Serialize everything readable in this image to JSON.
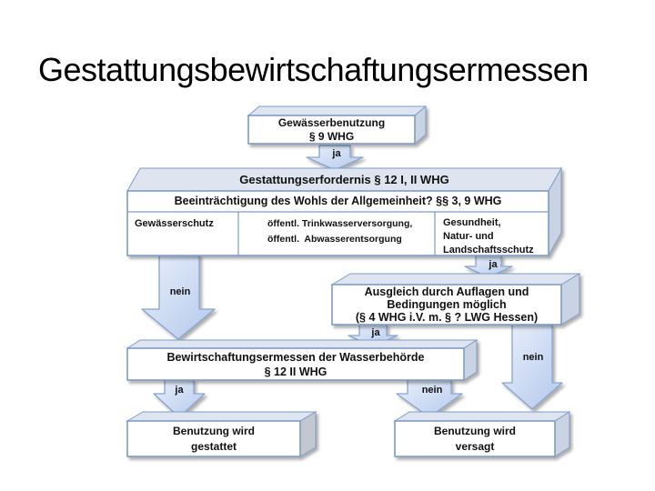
{
  "title": "Gestattungsbewirtschaftungsermessen",
  "flowchart": {
    "nodes": {
      "gewaesserbenutzung": {
        "lines": [
          "Gewässerbenutzung",
          "§ 9 WHG"
        ]
      },
      "gestattungserfordernis": {
        "header": "Gestattungserfordernis § 12 I, II WHG",
        "question": "Beeinträchtigung des Wohls der Allgemeinheit? §§ 3, 9 WHG",
        "columns": [
          {
            "lines": [
              "Gewässerschutz"
            ]
          },
          {
            "lines": [
              "öffentl. Trinkwasserversorgung,",
              "öffentl.  Abwasserentsorgung"
            ]
          },
          {
            "lines": [
              "Gesundheit,",
              "Natur- und",
              "Landschaftsschutz"
            ]
          }
        ]
      },
      "ausgleich": {
        "lines": [
          "Ausgleich durch Auflagen und",
          "Bedingungen möglich",
          "(§ 4 WHG i.V. m. § ? LWG Hessen)"
        ]
      },
      "bewirtschaftungsermessen": {
        "lines": [
          "Bewirtschaftungsermessen der Wasserbehörde",
          "§ 12 II WHG"
        ]
      },
      "benutzung_gestattet": {
        "lines": [
          "Benutzung wird",
          "gestattet"
        ]
      },
      "benutzung_versagt": {
        "lines": [
          "Benutzung wird",
          "versagt"
        ]
      }
    },
    "edges": {
      "ja_top": "ja",
      "ja_right": "ja",
      "nein_left": "nein",
      "ja_mid": "ja",
      "nein_right_long": "nein",
      "ja_bottom": "ja",
      "nein_bottom": "nein"
    },
    "colors": {
      "title": "#000000",
      "text": "#111111",
      "box_fill": "#FFFFFF",
      "box_border": "#7E9CC5",
      "face_top": "#DEE5F1",
      "face_side": "#C9D3E3",
      "face_side_gray": "#C3C7D0",
      "arrow_fill_light": "#EAF0FB",
      "arrow_fill_dark": "#B3C8EC",
      "arrow_border": "#8AA3CC"
    }
  }
}
